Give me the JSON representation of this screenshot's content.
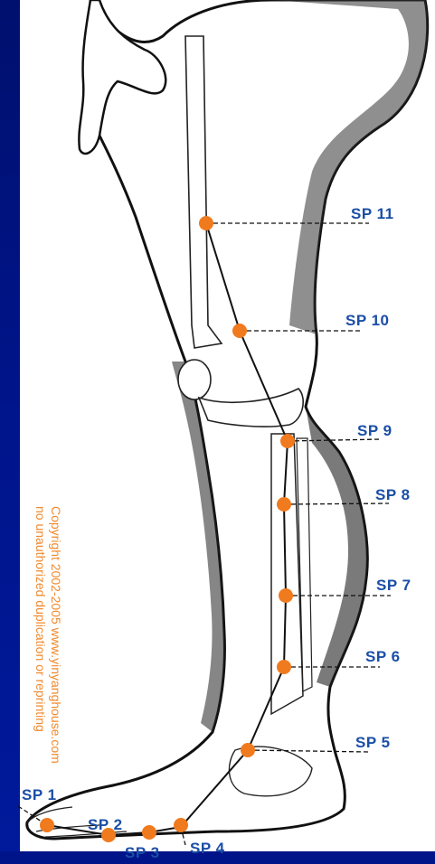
{
  "diagram": {
    "points": [
      {
        "id": "sp1",
        "label": "SP 1"
      },
      {
        "id": "sp2",
        "label": "SP 2"
      },
      {
        "id": "sp3",
        "label": "SP 3"
      },
      {
        "id": "sp4",
        "label": "SP 4"
      },
      {
        "id": "sp5",
        "label": "SP 5"
      },
      {
        "id": "sp6",
        "label": "SP 6"
      },
      {
        "id": "sp7",
        "label": "SP 7"
      },
      {
        "id": "sp8",
        "label": "SP 8"
      },
      {
        "id": "sp9",
        "label": "SP 9"
      },
      {
        "id": "sp10",
        "label": "SP 10"
      },
      {
        "id": "sp11",
        "label": "SP 11"
      }
    ],
    "copyright_line1": "Copyright 2002-2005 www.yinyanghouse.com",
    "copyright_line2": "no unauthorized duplication or reprinting"
  },
  "colors": {
    "background_band": "#00148a",
    "point_marker": "#f07a1e",
    "label_text": "#1a4ea6",
    "copyright_text": "#f08a2e",
    "line_art": "#111111"
  }
}
